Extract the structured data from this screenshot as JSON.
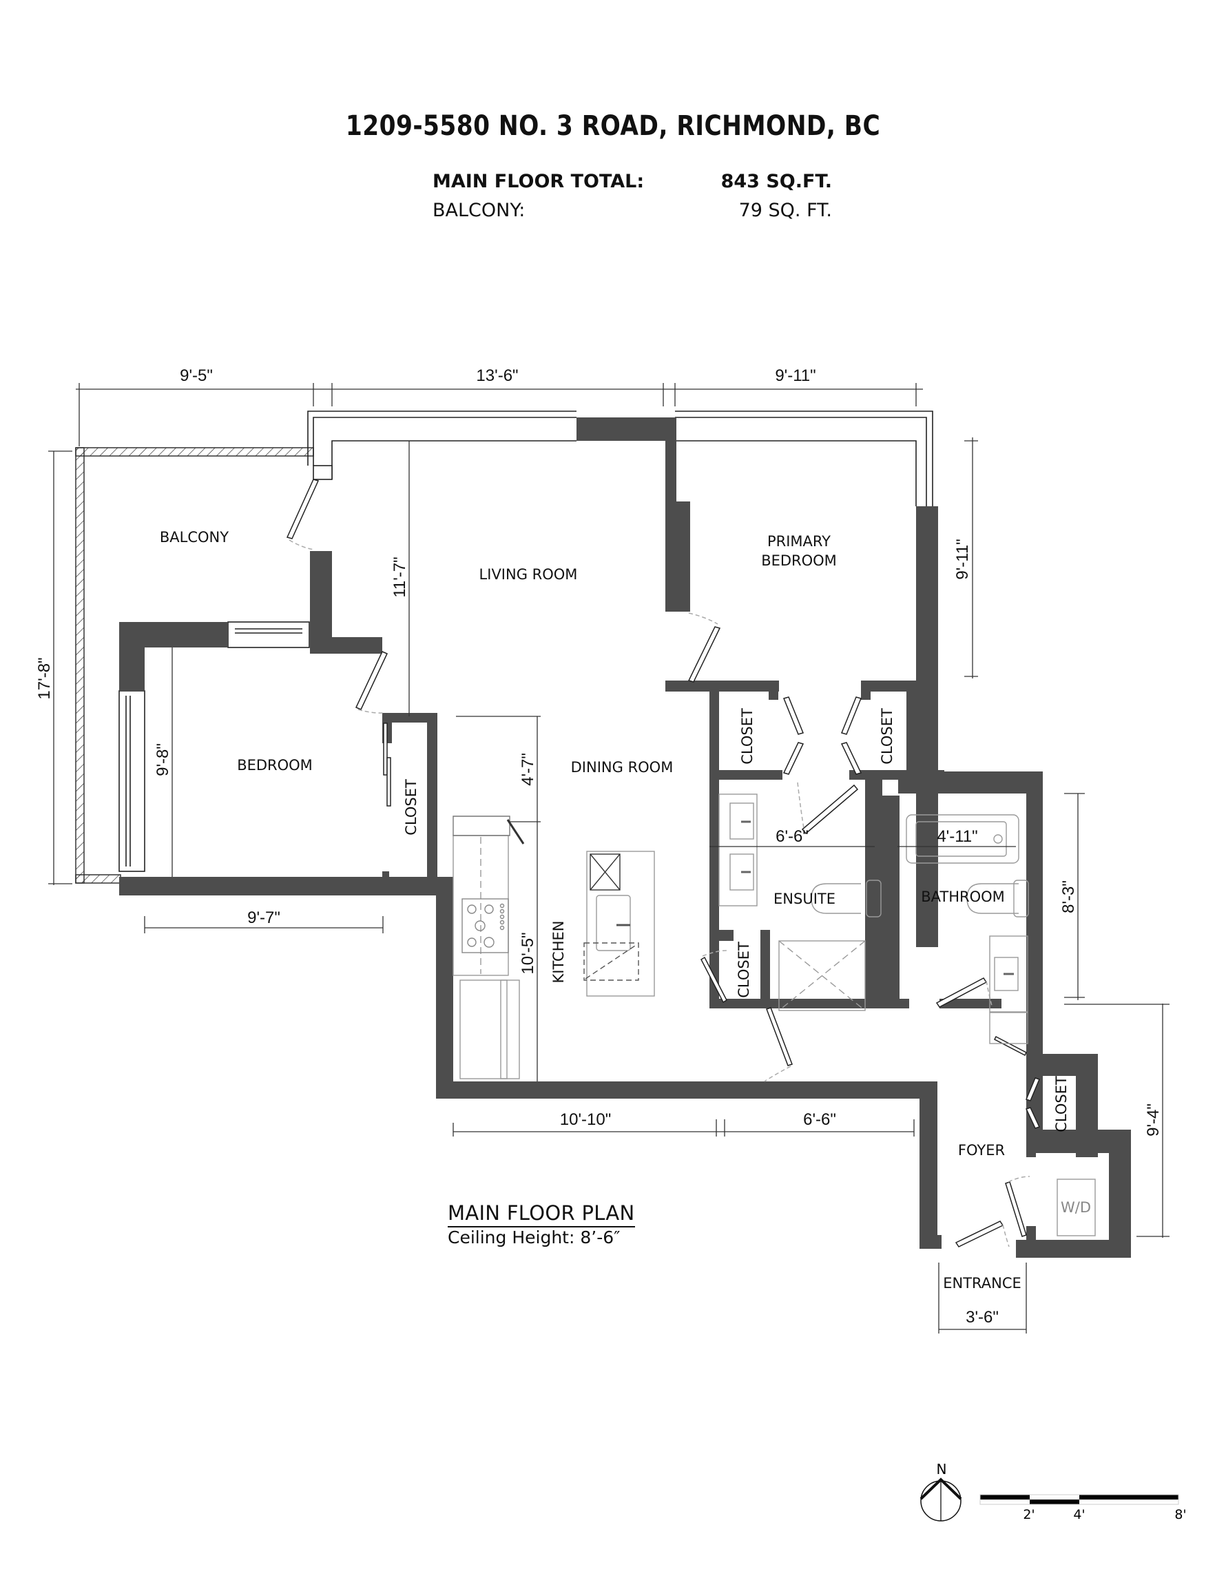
{
  "header": {
    "address": "1209-5580 NO. 3 ROAD, RICHMOND, BC",
    "areas": [
      {
        "label": "MAIN FLOOR TOTAL:",
        "value": "843 SQ.FT."
      },
      {
        "label": "BALCONY:",
        "value": "79 SQ. FT."
      }
    ]
  },
  "rooms": {
    "balcony": "BALCONY",
    "living_room": "LIVING ROOM",
    "primary_bedroom_line1": "PRIMARY",
    "primary_bedroom_line2": "BEDROOM",
    "bedroom": "BEDROOM",
    "bedroom_closet": "CLOSET",
    "dining_room": "DINING ROOM",
    "kitchen": "KITCHEN",
    "primary_closet_left": "CLOSET",
    "primary_closet_right": "CLOSET",
    "ensuite": "ENSUITE",
    "ensuite_closet": "CLOSET",
    "bathroom": "BATHROOM",
    "foyer": "FOYER",
    "foyer_closet": "CLOSET",
    "washer_dryer": "W/D",
    "entrance": "ENTRANCE"
  },
  "dimensions": {
    "balcony_width": "9'-5\"",
    "living_width": "13'-6\"",
    "primary_width": "9'-11\"",
    "primary_depth": "9'-11\"",
    "balcony_depth": "17'-8\"",
    "living_depth": "11'-7\"",
    "bedroom_depth": "9'-8\"",
    "bedroom_width": "9'-7\"",
    "dining_depth": "4'-7\"",
    "kitchen_depth": "10'-5\"",
    "ensuite_width": "6'-6\"",
    "bathroom_width": "4'-11\"",
    "bathroom_depth": "8'-3\"",
    "foyer_depth": "9'-4\"",
    "kitchen_width": "10'-10\"",
    "hall_width": "6'-6\"",
    "entrance_width": "3'-6\""
  },
  "plan_label": {
    "title": "MAIN FLOOR PLAN",
    "subtitle": "Ceiling Height: 8’-6″"
  },
  "north_arrow": {
    "label": "N"
  },
  "scale_bar": {
    "ticks": [
      "2'",
      "4'",
      "8'"
    ]
  },
  "colors": {
    "wall": "#4d4d4d",
    "line": "#222222",
    "fixture": "#9a9a9a"
  }
}
